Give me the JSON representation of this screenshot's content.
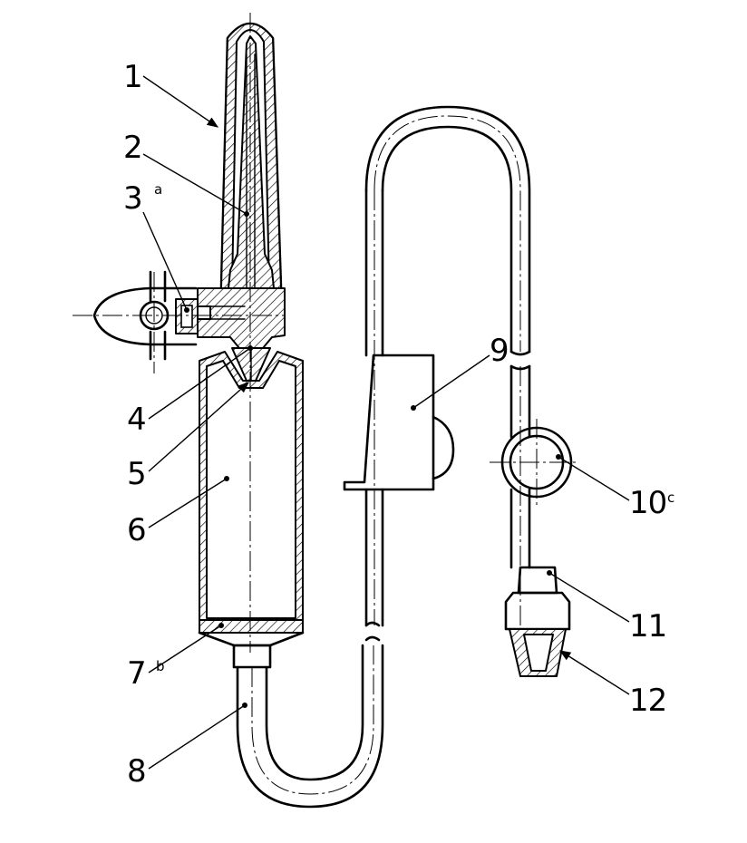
{
  "callouts": [
    {
      "number": "1",
      "superscript": ""
    },
    {
      "number": "2",
      "superscript": ""
    },
    {
      "number": "3",
      "superscript": "a"
    },
    {
      "number": "4",
      "superscript": ""
    },
    {
      "number": "5",
      "superscript": ""
    },
    {
      "number": "6",
      "superscript": ""
    },
    {
      "number": "7",
      "superscript": "b"
    },
    {
      "number": "8",
      "superscript": ""
    },
    {
      "number": "9",
      "superscript": ""
    },
    {
      "number": "10",
      "superscript": "c"
    },
    {
      "number": "11",
      "superscript": ""
    },
    {
      "number": "12",
      "superscript": ""
    }
  ]
}
